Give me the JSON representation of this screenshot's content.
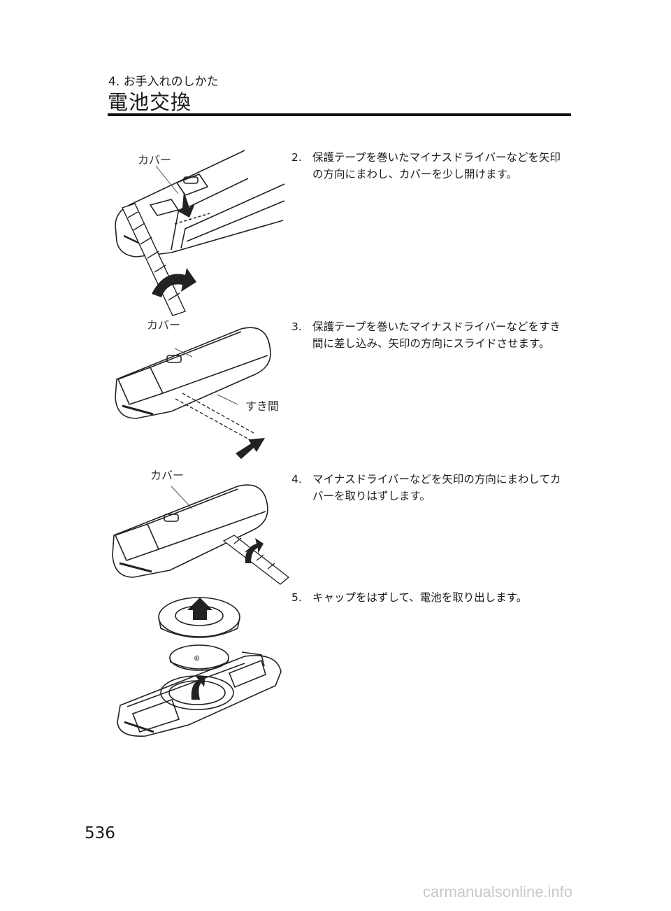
{
  "header": {
    "section": "4. お手入れのしかた",
    "title": "電池交換"
  },
  "figures": {
    "fig1": {
      "label": "カバー"
    },
    "fig2": {
      "label": "カバー",
      "gap_label": "すき間"
    },
    "fig3": {
      "label": "カバー"
    }
  },
  "steps": [
    {
      "num": "2.",
      "text": "保護テープを巻いたマイナスドライバーなどを矢印の方向にまわし、カバーを少し開けます。"
    },
    {
      "num": "3.",
      "text": "保護テープを巻いたマイナスドライバーなどをすき間に差し込み、矢印の方向にスライドさせます。"
    },
    {
      "num": "4.",
      "text": "マイナスドライバーなどを矢印の方向にまわしてカバーを取りはずします。"
    },
    {
      "num": "5.",
      "text": "キャップをはずして、電池を取り出します。"
    }
  ],
  "footer": {
    "page_number": "536",
    "watermark": "carmanualsonline.info"
  }
}
